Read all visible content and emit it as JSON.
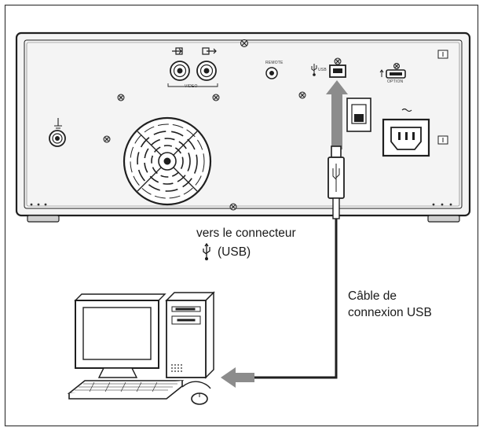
{
  "labels": {
    "connector_line1": "vers le connecteur",
    "connector_line2": "(USB)",
    "cable_line1": "Câble de",
    "cable_line2": "connexion USB"
  },
  "panel_labels": {
    "video": "VIDEO",
    "remote": "REMOTE",
    "usb": "USB",
    "option": "OPTION"
  },
  "icons": [
    "video-in-icon",
    "video-out-icon",
    "ground-icon",
    "usb-icon",
    "power-inlet-icon",
    "cooling-fan-icon",
    "desktop-computer-icon",
    "mouse-icon",
    "keyboard-icon"
  ],
  "colors": {
    "outline": "#1f1f1f",
    "arrow": "#8c8c8c",
    "device_fill": "#f2f2f2",
    "screw_fill": "#d9d9d9"
  }
}
